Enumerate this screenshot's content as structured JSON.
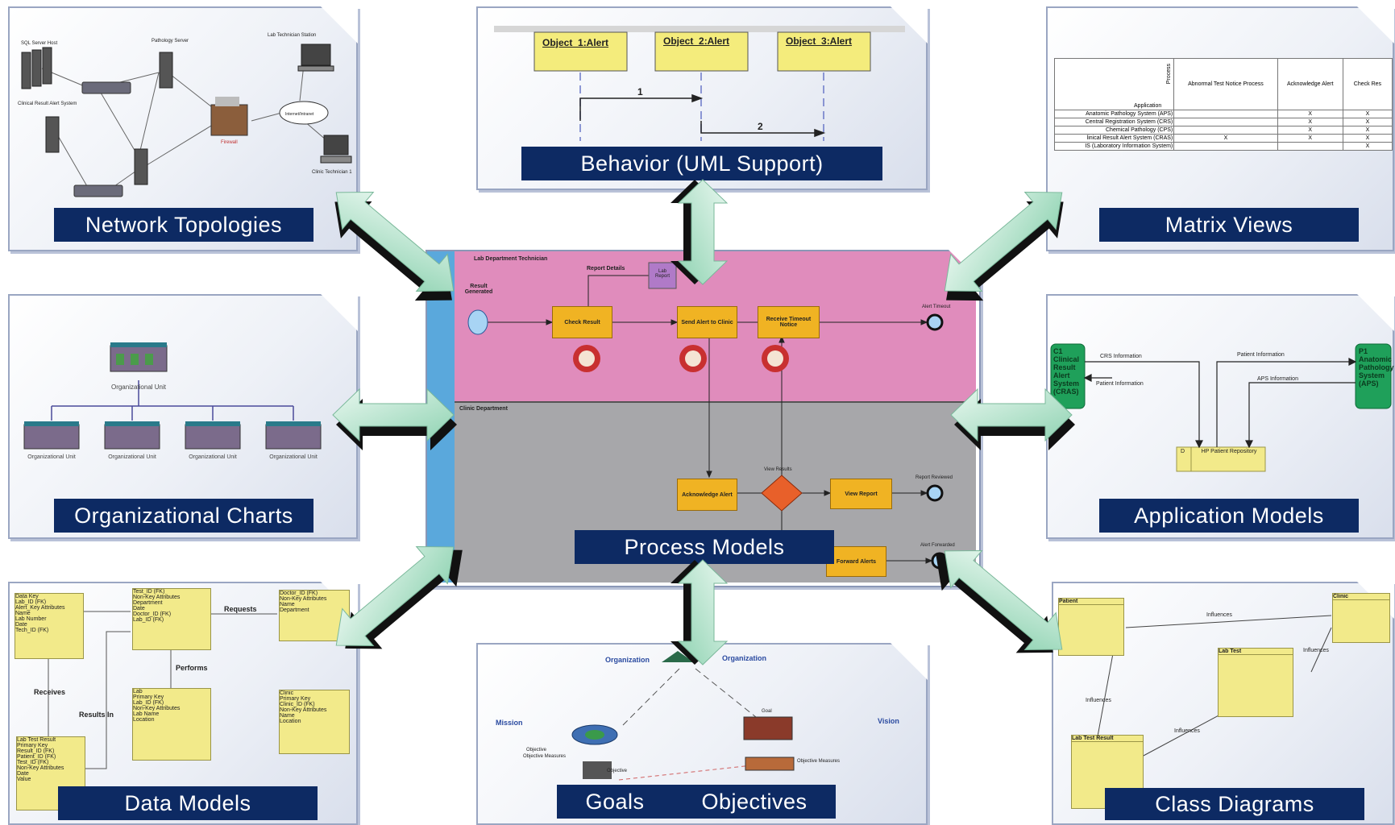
{
  "captions": {
    "network": "Network Topologies",
    "behavior": "Behavior (UML Support)",
    "matrix": "Matrix Views",
    "org": "Organizational Charts",
    "process": "Process Models",
    "application": "Application Models",
    "data": "Data Models",
    "goals": "Goals",
    "objectives": "Objectives",
    "class": "Class Diagrams"
  },
  "behavior": {
    "objects": [
      "Object_1:Alert",
      "Object_2:Alert",
      "Object_3:Alert"
    ],
    "messages": [
      "1",
      "2"
    ]
  },
  "network": {
    "labels": [
      "SQL Server Host",
      "Pathology Server",
      "Lab Technician Station",
      "Clinical Result Alert System",
      "Firewall",
      "Internet/Intranet",
      "Clinic Technician 1"
    ]
  },
  "matrix": {
    "columns": [
      "Abnormal Test Notice Process",
      "Acknowledge Alert",
      "Check Res"
    ],
    "corner_row": "Application",
    "corner_col": "Process",
    "rows": [
      {
        "name": "Anatomic Pathology System (APS)",
        "cells": [
          "",
          "X",
          "X"
        ]
      },
      {
        "name": "Central Registration System (CRS)",
        "cells": [
          "",
          "X",
          "X"
        ]
      },
      {
        "name": "Chemical Pathology (CPS)",
        "cells": [
          "",
          "X",
          "X"
        ]
      },
      {
        "name": "linical Result Alert System (CRAS)",
        "cells": [
          "X",
          "X",
          "X"
        ]
      },
      {
        "name": "IS (Laboratory Information System)",
        "cells": [
          "",
          "",
          "X"
        ]
      }
    ]
  },
  "org": {
    "top_unit": "Organizational Unit",
    "units": [
      "Organizational Unit",
      "Organizational Unit",
      "Organizational Unit",
      "Organizational Unit"
    ]
  },
  "process": {
    "lane1": "Lab Department Technician",
    "lane2": "Clinic Department",
    "start": "Result Generated",
    "report_details": "Report Details",
    "lab_report": "Lab Report",
    "tasks": [
      "Check Result",
      "Send Alert to Clinic",
      "Receive Timeout Notice",
      "Acknowledge Alert",
      "View Report",
      "Forward Alerts"
    ],
    "gateway": "View Results",
    "ends": [
      "Alert Timeout",
      "Report Reviewed",
      "Alert Forwarded"
    ]
  },
  "application": {
    "left_box": "C1 Clinical Result Alert System (CRAS)",
    "right_box": "P1 Anatomic Pathology System (APS)",
    "flows": [
      "CRS Information",
      "Patient Information",
      "Patient Information",
      "APS Information"
    ],
    "repo_tag": "D",
    "repo": "HP Patient Repository"
  },
  "data": {
    "relations": [
      "Requests",
      "Performs",
      "Receives",
      "Results In"
    ],
    "entity1": [
      "Data Key",
      "Lab_ID (FK)",
      "Alert_Key Attributes",
      "Name",
      "Lab Number",
      "Date",
      "Tech_ID (FK)"
    ],
    "entity2": [
      "Test_ID (FK)",
      "Non-Key Attributes",
      "Department",
      "Date",
      "Doctor_ID (FK)",
      "Lab_ID (FK)"
    ],
    "entity3": [
      "Doctor_ID (FK)",
      "Non-Key Attributes",
      "Name",
      "Department"
    ],
    "entity4": [
      "Lab",
      "Primary Key",
      "Lab_ID (FK)",
      "Non-Key Attributes",
      "Lab Name",
      "Location"
    ],
    "entity5": [
      "Clinic",
      "Primary Key",
      "Clinic_ID (FK)",
      "Non-Key Attributes",
      "Name",
      "Location"
    ],
    "entity6": [
      "Lab Test Result",
      "Primary Key",
      "Result_ID (FK)",
      "Patient_ID (FK)",
      "Test_ID (FK)",
      "Non-Key Attributes",
      "Date",
      "Value"
    ]
  },
  "goals": {
    "labels": [
      "Organization",
      "Organization",
      "Mission",
      "Vision",
      "Goal",
      "Objective",
      "Objective Measures",
      "Objective",
      "Objective Measures"
    ]
  },
  "classdiag": {
    "labels": [
      "Influences",
      "Influences",
      "Influences",
      "Influences"
    ],
    "classes": [
      "Patient",
      "Lab Test",
      "Lab Test Result",
      "Clinic"
    ]
  },
  "colors": {
    "caption_bg": "#0d2a63",
    "arrow_fill": "#b9e6cf",
    "lane1_bg": "#e08cbc",
    "lane2_bg": "#a7a7aa",
    "task_fill": "#f0b323",
    "uml_box": "#f4ec7c",
    "app_box": "#1fa05a"
  },
  "icons": [
    "double-arrow-icon",
    "server-icon",
    "firewall-icon",
    "cloud-icon",
    "computer-icon",
    "building-icon",
    "globe-icon"
  ]
}
